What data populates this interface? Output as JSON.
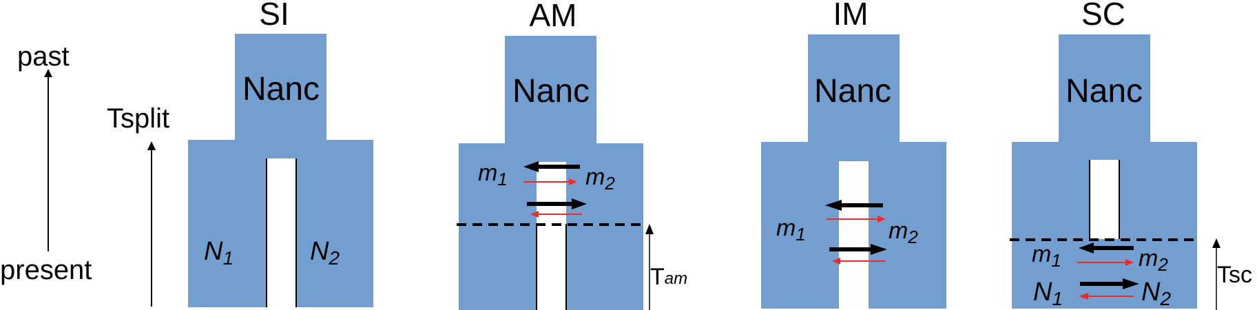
{
  "axis": {
    "top_label": "past",
    "bottom_label": "present",
    "split_label": "Tsplit"
  },
  "colors": {
    "population": "#729fcf",
    "forward_migration": "#000000",
    "reverse_migration": "#ef2929",
    "background": "#ffffff"
  },
  "models": [
    {
      "title": "SI",
      "ancestral": "Nanc",
      "n1": "N",
      "n1_sub": "1",
      "n2": "N",
      "n2_sub": "2"
    },
    {
      "title": "AM",
      "ancestral": "Nanc",
      "m1": "m",
      "m1_sub": "1",
      "m2": "m",
      "m2_sub": "2",
      "time": "T",
      "time_sub": "am"
    },
    {
      "title": "IM",
      "ancestral": "Nanc",
      "m1": "m",
      "m1_sub": "1",
      "m2": "m",
      "m2_sub": "2"
    },
    {
      "title": "SC",
      "ancestral": "Nanc",
      "m1": "m",
      "m1_sub": "1",
      "m2": "m",
      "m2_sub": "2",
      "n1": "N",
      "n1_sub": "1",
      "n2": "N",
      "n2_sub": "2",
      "time": "Tsc"
    }
  ]
}
